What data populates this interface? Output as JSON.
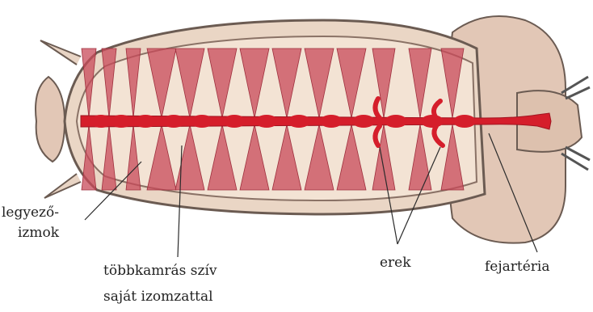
{
  "labels": {
    "fan_muscles_line1": "legyező-",
    "fan_muscles_line2": "izmok",
    "heart_line1": "többkamrás szív",
    "heart_line2": "saját izomzattal",
    "vessels": "erek",
    "head_artery": "fejartéria"
  },
  "colors": {
    "body_fill": "#f0dccb",
    "body_outline": "#6b5b52",
    "muscle": "#c84a5a",
    "heart": "#d51e2b",
    "head_fill": "#e2c7b6"
  }
}
